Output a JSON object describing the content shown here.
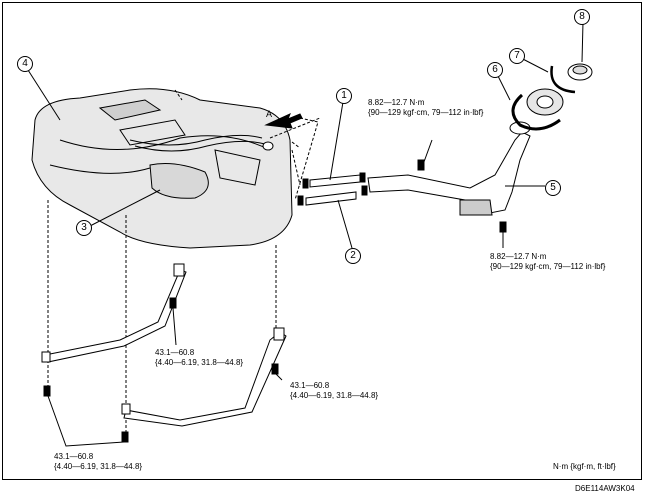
{
  "callouts": {
    "c1": "1",
    "c2": "2",
    "c3": "3",
    "c4": "4",
    "c5": "5",
    "c6": "6",
    "c7": "7",
    "c8": "8"
  },
  "view_label": "A",
  "torques": {
    "t_top_line1": "8.82—12.7 N·m",
    "t_top_line2": "{90—129 kgf·cm, 79—112 in·lbf}",
    "t_right_line1": "8.82—12.7 N·m",
    "t_right_line2": "{90—129 kgf·cm, 79—112 in·lbf}",
    "t_mid_line1": "43.1—60.8",
    "t_mid_line2": "{4.40—6.19, 31.8—44.8}",
    "t_rmid_line1": "43.1—60.8",
    "t_rmid_line2": "{4.40—6.19, 31.8—44.8}",
    "t_bot_line1": "43.1—60.8",
    "t_bot_line2": "{4.40—6.19, 31.8—44.8}"
  },
  "units_note": "N·m {kgf·m, ft·lbf}",
  "figure_code": "D6E114AW3K04"
}
